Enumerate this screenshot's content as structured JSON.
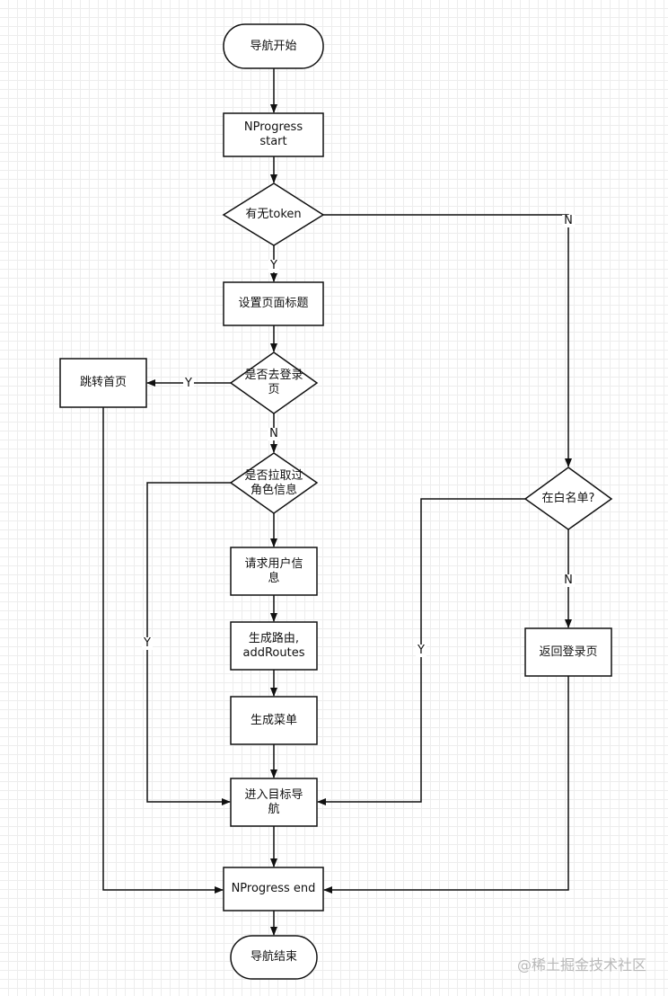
{
  "nodes": {
    "start": "导航开始",
    "nprogress_start": "NProgress\nstart",
    "has_token": "有无token",
    "set_title": "设置页面标题",
    "is_login_page": "是否去登录\n页",
    "redirect_home": "跳转首页",
    "fetched_roles": "是否拉取过\n角色信息",
    "request_user": "请求用户信\n息",
    "gen_routes": "生成路由,\naddRoutes",
    "gen_menu": "生成菜单",
    "whitelist": "在白名单?",
    "back_login": "返回登录页",
    "enter_target": "进入目标导\n航",
    "nprogress_end": "NProgress end",
    "end": "导航结束"
  },
  "edge_labels": {
    "token_no": "N",
    "token_yes": "Y",
    "login_yes": "Y",
    "login_no": "N",
    "roles_yes": "Y",
    "whitelist_no": "N",
    "whitelist_yes": "Y"
  },
  "watermark": "@稀土掘金技术社区"
}
